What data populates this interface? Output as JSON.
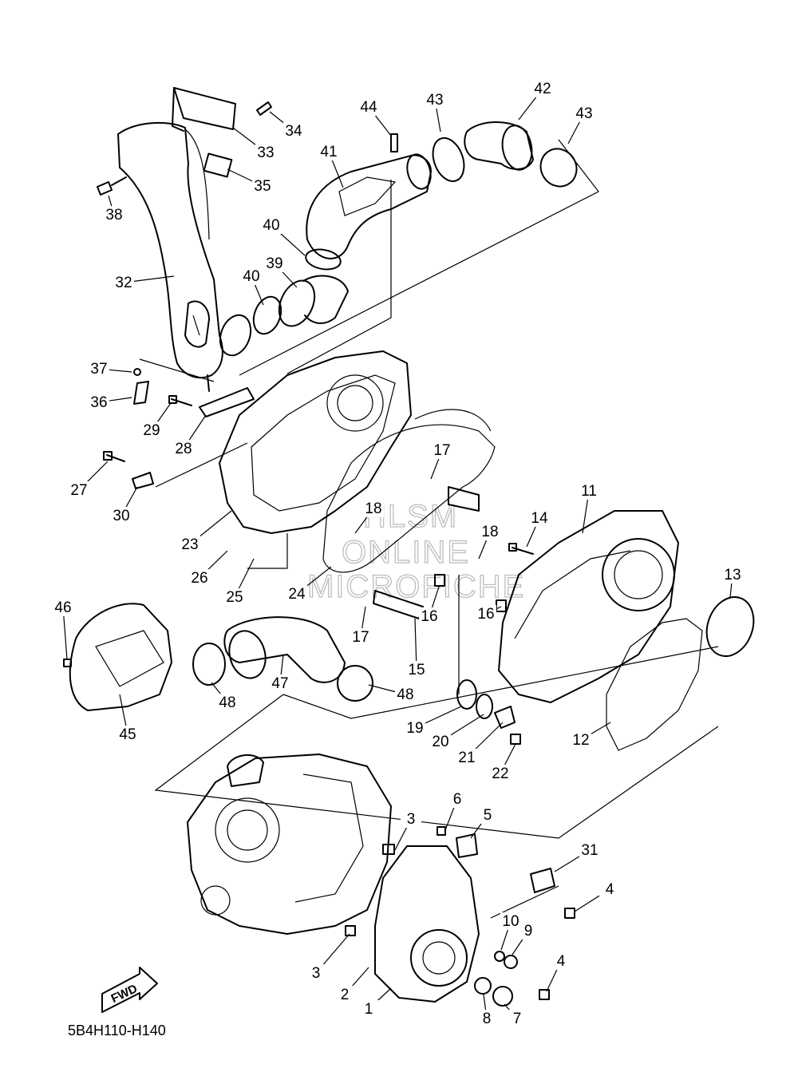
{
  "diagram": {
    "code": "5B4H110-H140",
    "direction_label": "FWD",
    "watermark": [
      "HLSM",
      "ONLINE",
      "MICROFICHE"
    ],
    "callouts": [
      {
        "n": "1",
        "label": "1"
      },
      {
        "n": "2",
        "label": "2"
      },
      {
        "n": "3a",
        "label": "3"
      },
      {
        "n": "3b",
        "label": "3"
      },
      {
        "n": "4a",
        "label": "4"
      },
      {
        "n": "4b",
        "label": "4"
      },
      {
        "n": "5",
        "label": "5"
      },
      {
        "n": "6",
        "label": "6"
      },
      {
        "n": "7",
        "label": "7"
      },
      {
        "n": "8",
        "label": "8"
      },
      {
        "n": "9",
        "label": "9"
      },
      {
        "n": "10",
        "label": "10"
      },
      {
        "n": "11",
        "label": "11"
      },
      {
        "n": "12",
        "label": "12"
      },
      {
        "n": "13",
        "label": "13"
      },
      {
        "n": "14",
        "label": "14"
      },
      {
        "n": "15",
        "label": "15"
      },
      {
        "n": "16a",
        "label": "16"
      },
      {
        "n": "16b",
        "label": "16"
      },
      {
        "n": "17a",
        "label": "17"
      },
      {
        "n": "17b",
        "label": "17"
      },
      {
        "n": "18a",
        "label": "18"
      },
      {
        "n": "18b",
        "label": "18"
      },
      {
        "n": "19",
        "label": "19"
      },
      {
        "n": "20",
        "label": "20"
      },
      {
        "n": "21",
        "label": "21"
      },
      {
        "n": "22",
        "label": "22"
      },
      {
        "n": "23",
        "label": "23"
      },
      {
        "n": "24",
        "label": "24"
      },
      {
        "n": "25",
        "label": "25"
      },
      {
        "n": "26",
        "label": "26"
      },
      {
        "n": "27",
        "label": "27"
      },
      {
        "n": "28",
        "label": "28"
      },
      {
        "n": "29",
        "label": "29"
      },
      {
        "n": "30",
        "label": "30"
      },
      {
        "n": "31",
        "label": "31"
      },
      {
        "n": "32",
        "label": "32"
      },
      {
        "n": "33",
        "label": "33"
      },
      {
        "n": "34",
        "label": "34"
      },
      {
        "n": "35",
        "label": "35"
      },
      {
        "n": "36",
        "label": "36"
      },
      {
        "n": "37",
        "label": "37"
      },
      {
        "n": "38",
        "label": "38"
      },
      {
        "n": "39",
        "label": "39"
      },
      {
        "n": "40a",
        "label": "40"
      },
      {
        "n": "40b",
        "label": "40"
      },
      {
        "n": "41",
        "label": "41"
      },
      {
        "n": "42",
        "label": "42"
      },
      {
        "n": "43a",
        "label": "43"
      },
      {
        "n": "43b",
        "label": "43"
      },
      {
        "n": "44",
        "label": "44"
      },
      {
        "n": "45",
        "label": "45"
      },
      {
        "n": "46",
        "label": "46"
      },
      {
        "n": "47",
        "label": "47"
      },
      {
        "n": "48a",
        "label": "48"
      },
      {
        "n": "48b",
        "label": "48"
      }
    ]
  }
}
